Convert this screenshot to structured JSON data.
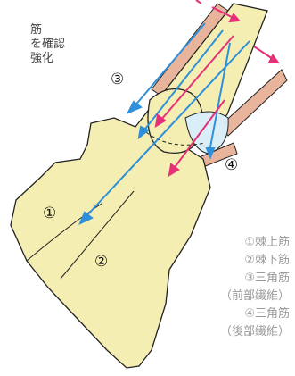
{
  "side_text": [
    "筋",
    "を確認",
    "強化"
  ],
  "markers": {
    "m1": "①",
    "m2": "②",
    "m3": "③",
    "m4": "④"
  },
  "legend": [
    "①棘上筋",
    "②棘下筋",
    "③三角筋",
    "（前部繊維）",
    "④三角筋",
    "（後部繊維）"
  ],
  "colors": {
    "bone": "#f4eeb3",
    "outline": "#222222",
    "muscle": "#e8b49c",
    "blue": "#2e90da",
    "pink": "#e5307a",
    "joint": "#d9eef6"
  }
}
